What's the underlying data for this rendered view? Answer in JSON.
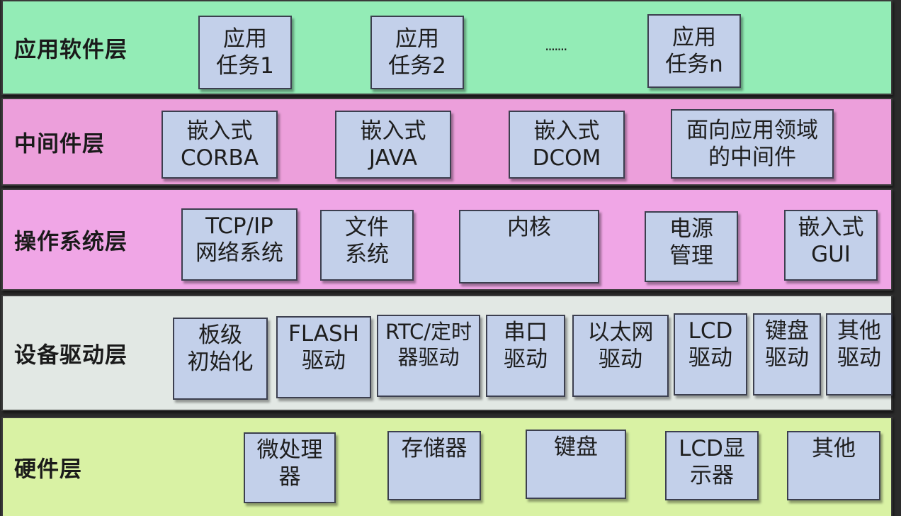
{
  "colors": {
    "app_layer": "#93ecb6",
    "middleware_layer": "#ec9fdb",
    "os_layer": "#f0a6e6",
    "driver_layer": "#e2e8e4",
    "hardware_layer": "#d9f2a4",
    "box_fill": "#c3d0ea"
  },
  "layers": {
    "app": {
      "title": "应用软件层",
      "boxes": [
        {
          "l1": "应用",
          "l2": "任务1"
        },
        {
          "l1": "应用",
          "l2": "任务2"
        },
        {
          "l1": "应用",
          "l2": "任务n"
        }
      ],
      "ellipsis": "......."
    },
    "middleware": {
      "title": "中间件层",
      "boxes": [
        {
          "l1": "嵌入式",
          "l2": "CORBA"
        },
        {
          "l1": "嵌入式",
          "l2": "JAVA"
        },
        {
          "l1": "嵌入式",
          "l2": "DCOM"
        },
        {
          "l1": "面向应用领域",
          "l2": "的中间件"
        }
      ]
    },
    "os": {
      "title": "操作系统层",
      "boxes": [
        {
          "l1": "TCP/IP",
          "l2": "网络系统"
        },
        {
          "l1": "文件",
          "l2": "系统"
        },
        {
          "l1": "内核",
          "l2": ""
        },
        {
          "l1": "电源",
          "l2": "管理"
        },
        {
          "l1": "嵌入式",
          "l2": "GUI"
        }
      ]
    },
    "driver": {
      "title": "设备驱动层",
      "boxes": [
        {
          "l1": "板级",
          "l2": "初始化"
        },
        {
          "l1": "FLASH",
          "l2": "驱动"
        },
        {
          "l1": "RTC/定时",
          "l2": "器驱动"
        },
        {
          "l1": "串口",
          "l2": "驱动"
        },
        {
          "l1": "以太网",
          "l2": "驱动"
        },
        {
          "l1": "LCD",
          "l2": "驱动"
        },
        {
          "l1": "键盘",
          "l2": "驱动"
        },
        {
          "l1": "其他",
          "l2": "驱动"
        }
      ]
    },
    "hardware": {
      "title": "硬件层",
      "boxes": [
        {
          "l1": "微处理",
          "l2": "器"
        },
        {
          "l1": "存储器",
          "l2": ""
        },
        {
          "l1": "键盘",
          "l2": ""
        },
        {
          "l1": "LCD显",
          "l2": "示器"
        },
        {
          "l1": "其他",
          "l2": ""
        }
      ]
    }
  }
}
